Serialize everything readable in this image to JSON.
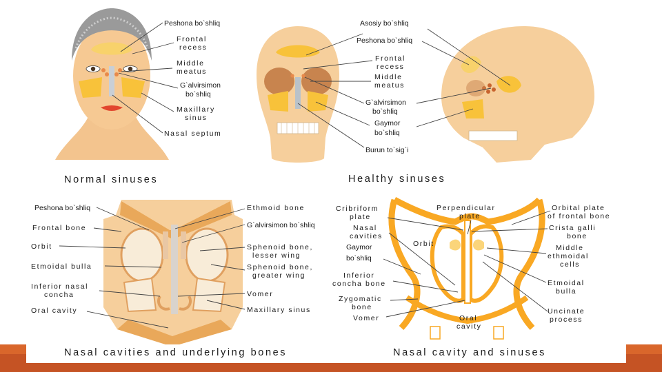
{
  "captions": {
    "normal": "Normal sinuses",
    "healthy": "Healthy sinuses",
    "nasal_bones": "Nasal cavities and underlying bones",
    "nasal_sinuses": "Nasal cavity and sinuses"
  },
  "face": {
    "peshona": "Peshona bo`shliq",
    "frontal_1": "Frontal",
    "frontal_2": "recess",
    "middle_1": "Middle",
    "middle_2": "meatus",
    "galv_1": "G`alvirsimon",
    "galv_2": "bo`shliq",
    "max_1": "Maxillary",
    "max_2": "sinus",
    "septum": "Nasal septum"
  },
  "skull": {
    "asosiy": "Asosiy bo`shliq",
    "peshona": "Peshona bo`shliq",
    "frontal_1": "Frontal",
    "frontal_2": "recess",
    "middle_1": "Middle",
    "middle_2": "meatus",
    "galv_1": "G`alvirsimon",
    "galv_2": "bo`shliq",
    "gaymor_1": "Gaymor",
    "gaymor_2": "bo`shliq",
    "burun": "Burun to`sig`i"
  },
  "bones": {
    "peshona": "Peshona bo`shliq",
    "frontal_bone": "Frontal bone",
    "orbit": "Orbit",
    "etm_bulla": "Etmoidal bulla",
    "inf_1": "Inferior nasal",
    "inf_2": "concha",
    "oral": "Oral cavity",
    "ethmoid": "Ethmoid bone",
    "galv": "G`alvirsimon bo`shliq",
    "sph_less_1": "Sphenoid bone,",
    "sph_less_2": "lesser wing",
    "sph_great_1": "Sphenoid bone,",
    "sph_great_2": "greater wing",
    "vomer": "Vomer",
    "max_sinus": "Maxillary sinus"
  },
  "sinus": {
    "cribriform_1": "Cribriform",
    "cribriform_2": "plate",
    "nasal_cav_1": "Nasal",
    "nasal_cav_2": "cavities",
    "gaymor_1": "Gaymor",
    "gaymor_2": "bo`shliq",
    "inferior_1": "Inferior",
    "inferior_2": "concha bone",
    "zygomatic_1": "Zygomatic",
    "zygomatic_2": "bone",
    "vomer": "Vomer",
    "perp_1": "Perpendicular",
    "perp_2": "plate",
    "orbit": "Orbit",
    "oral_1": "Oral",
    "oral_2": "cavity",
    "orb_plate_1": "Orbital plate",
    "orb_plate_2": "of frontal bone",
    "crista_1": "Crista galli",
    "crista_2": "bone",
    "mid_eth_1": "Middle",
    "mid_eth_2": "ethmoidal",
    "mid_eth_3": "cells",
    "etm_bulla_1": "Etmoidal",
    "etm_bulla_2": "bulla",
    "uncinate_1": "Uncinate",
    "uncinate_2": "process"
  }
}
